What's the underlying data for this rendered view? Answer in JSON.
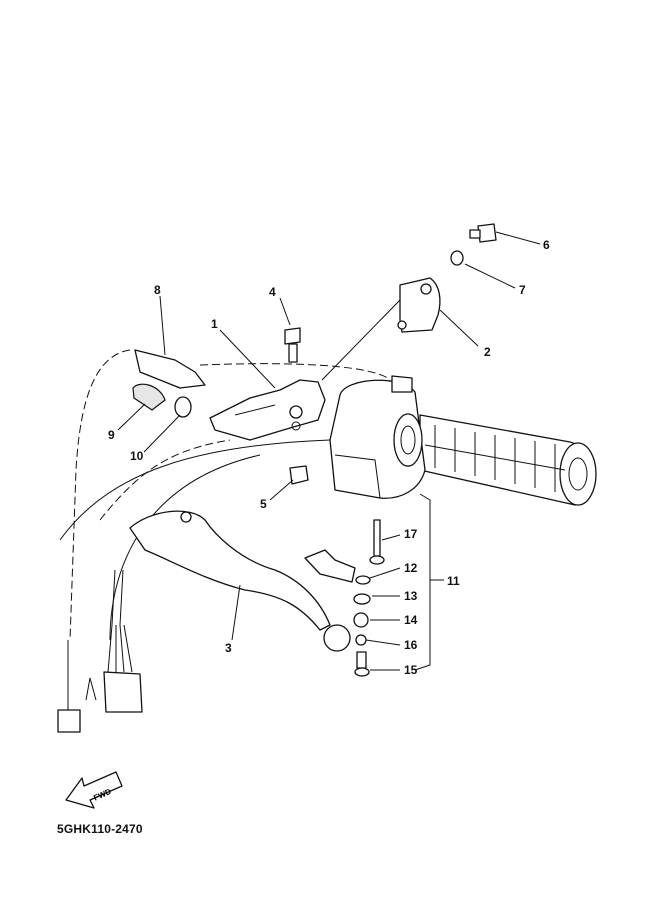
{
  "diagram": {
    "callouts": [
      {
        "id": "1",
        "text": "1"
      },
      {
        "id": "2",
        "text": "2"
      },
      {
        "id": "3",
        "text": "3"
      },
      {
        "id": "4",
        "text": "4"
      },
      {
        "id": "5",
        "text": "5"
      },
      {
        "id": "6",
        "text": "6"
      },
      {
        "id": "7",
        "text": "7"
      },
      {
        "id": "8",
        "text": "8"
      },
      {
        "id": "9",
        "text": "9"
      },
      {
        "id": "10",
        "text": "10"
      },
      {
        "id": "11",
        "text": "11"
      },
      {
        "id": "12",
        "text": "12"
      },
      {
        "id": "13",
        "text": "13"
      },
      {
        "id": "14",
        "text": "14"
      },
      {
        "id": "15",
        "text": "15"
      },
      {
        "id": "16",
        "text": "16"
      },
      {
        "id": "17",
        "text": "17"
      }
    ],
    "fwd_label": "FWD",
    "diagram_code": "5GHK110-2470"
  }
}
